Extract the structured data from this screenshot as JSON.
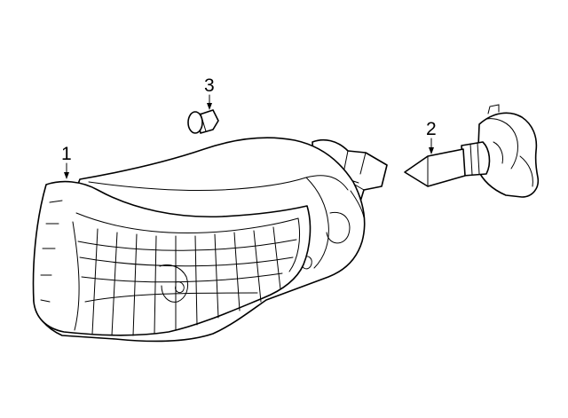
{
  "callouts": [
    {
      "label": "1",
      "part": "lamp-assembly"
    },
    {
      "label": "2",
      "part": "bulb"
    },
    {
      "label": "3",
      "part": "clip"
    }
  ],
  "colors": {
    "line": "#000000",
    "background": "#ffffff"
  }
}
